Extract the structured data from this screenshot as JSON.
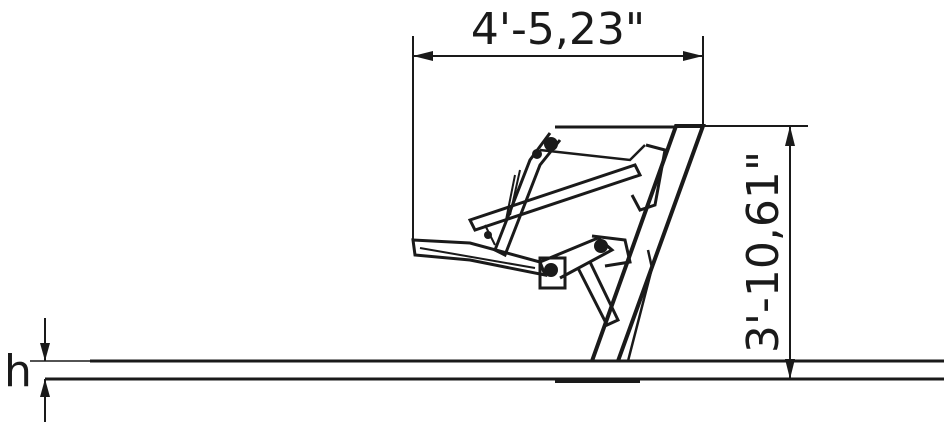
{
  "dimensions": {
    "width_label": "4'-5,23\"",
    "height_label": "3'-10,61\"",
    "offset_label": "h"
  },
  "colors": {
    "ink": "#1a1a1a",
    "background": "#ffffff"
  }
}
